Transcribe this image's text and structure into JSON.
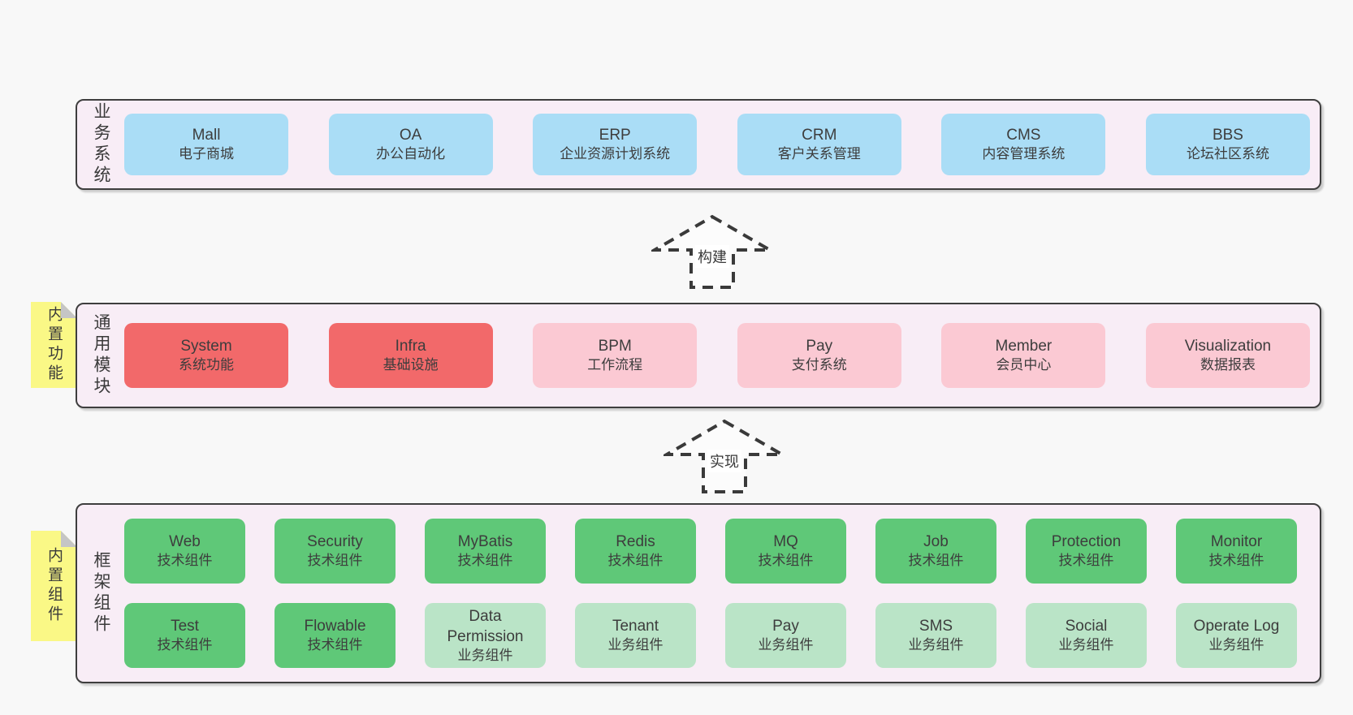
{
  "colors": {
    "page_background": "#f8f8f8",
    "layer_fill": "#f8edf6",
    "layer_border": "#3e3e3e",
    "business_box": "#aaddf6",
    "core_module_box": "#f2696a",
    "optional_module_box": "#fbc9d3",
    "tech_component_box": "#5fc878",
    "biz_component_box": "#bae4c7",
    "sticky_note": "#faf886",
    "note_fold": "#c5c5c5",
    "text": "#3d3d3d"
  },
  "layers": {
    "business": {
      "label": "业务系统",
      "boxes": [
        {
          "title": "Mall",
          "subtitle": "电子商城"
        },
        {
          "title": "OA",
          "subtitle": "办公自动化"
        },
        {
          "title": "ERP",
          "subtitle": "企业资源计划系统"
        },
        {
          "title": "CRM",
          "subtitle": "客户关系管理"
        },
        {
          "title": "CMS",
          "subtitle": "内容管理系统"
        },
        {
          "title": "BBS",
          "subtitle": "论坛社区系统"
        }
      ]
    },
    "modules": {
      "label": "通用模块",
      "note": "内置功能",
      "boxes": [
        {
          "title": "System",
          "subtitle": "系统功能"
        },
        {
          "title": "Infra",
          "subtitle": "基础设施"
        },
        {
          "title": "BPM",
          "subtitle": "工作流程"
        },
        {
          "title": "Pay",
          "subtitle": "支付系统"
        },
        {
          "title": "Member",
          "subtitle": "会员中心"
        },
        {
          "title": "Visualization",
          "subtitle": "数据报表"
        }
      ]
    },
    "components": {
      "label": "框架组件",
      "note": "内置组件",
      "row1": [
        {
          "title": "Web",
          "subtitle": "技术组件"
        },
        {
          "title": "Security",
          "subtitle": "技术组件"
        },
        {
          "title": "MyBatis",
          "subtitle": "技术组件"
        },
        {
          "title": "Redis",
          "subtitle": "技术组件"
        },
        {
          "title": "MQ",
          "subtitle": "技术组件"
        },
        {
          "title": "Job",
          "subtitle": "技术组件"
        },
        {
          "title": "Protection",
          "subtitle": "技术组件"
        },
        {
          "title": "Monitor",
          "subtitle": "技术组件"
        }
      ],
      "row2": [
        {
          "title": "Test",
          "subtitle": "技术组件"
        },
        {
          "title": "Flowable",
          "subtitle": "技术组件"
        },
        {
          "title": "Data Permission",
          "subtitle": "业务组件"
        },
        {
          "title": "Tenant",
          "subtitle": "业务组件"
        },
        {
          "title": "Pay",
          "subtitle": "业务组件"
        },
        {
          "title": "SMS",
          "subtitle": "业务组件"
        },
        {
          "title": "Social",
          "subtitle": "业务组件"
        },
        {
          "title": "Operate Log",
          "subtitle": "业务组件"
        }
      ]
    }
  },
  "arrows": [
    {
      "label": "构建"
    },
    {
      "label": "实现"
    }
  ]
}
